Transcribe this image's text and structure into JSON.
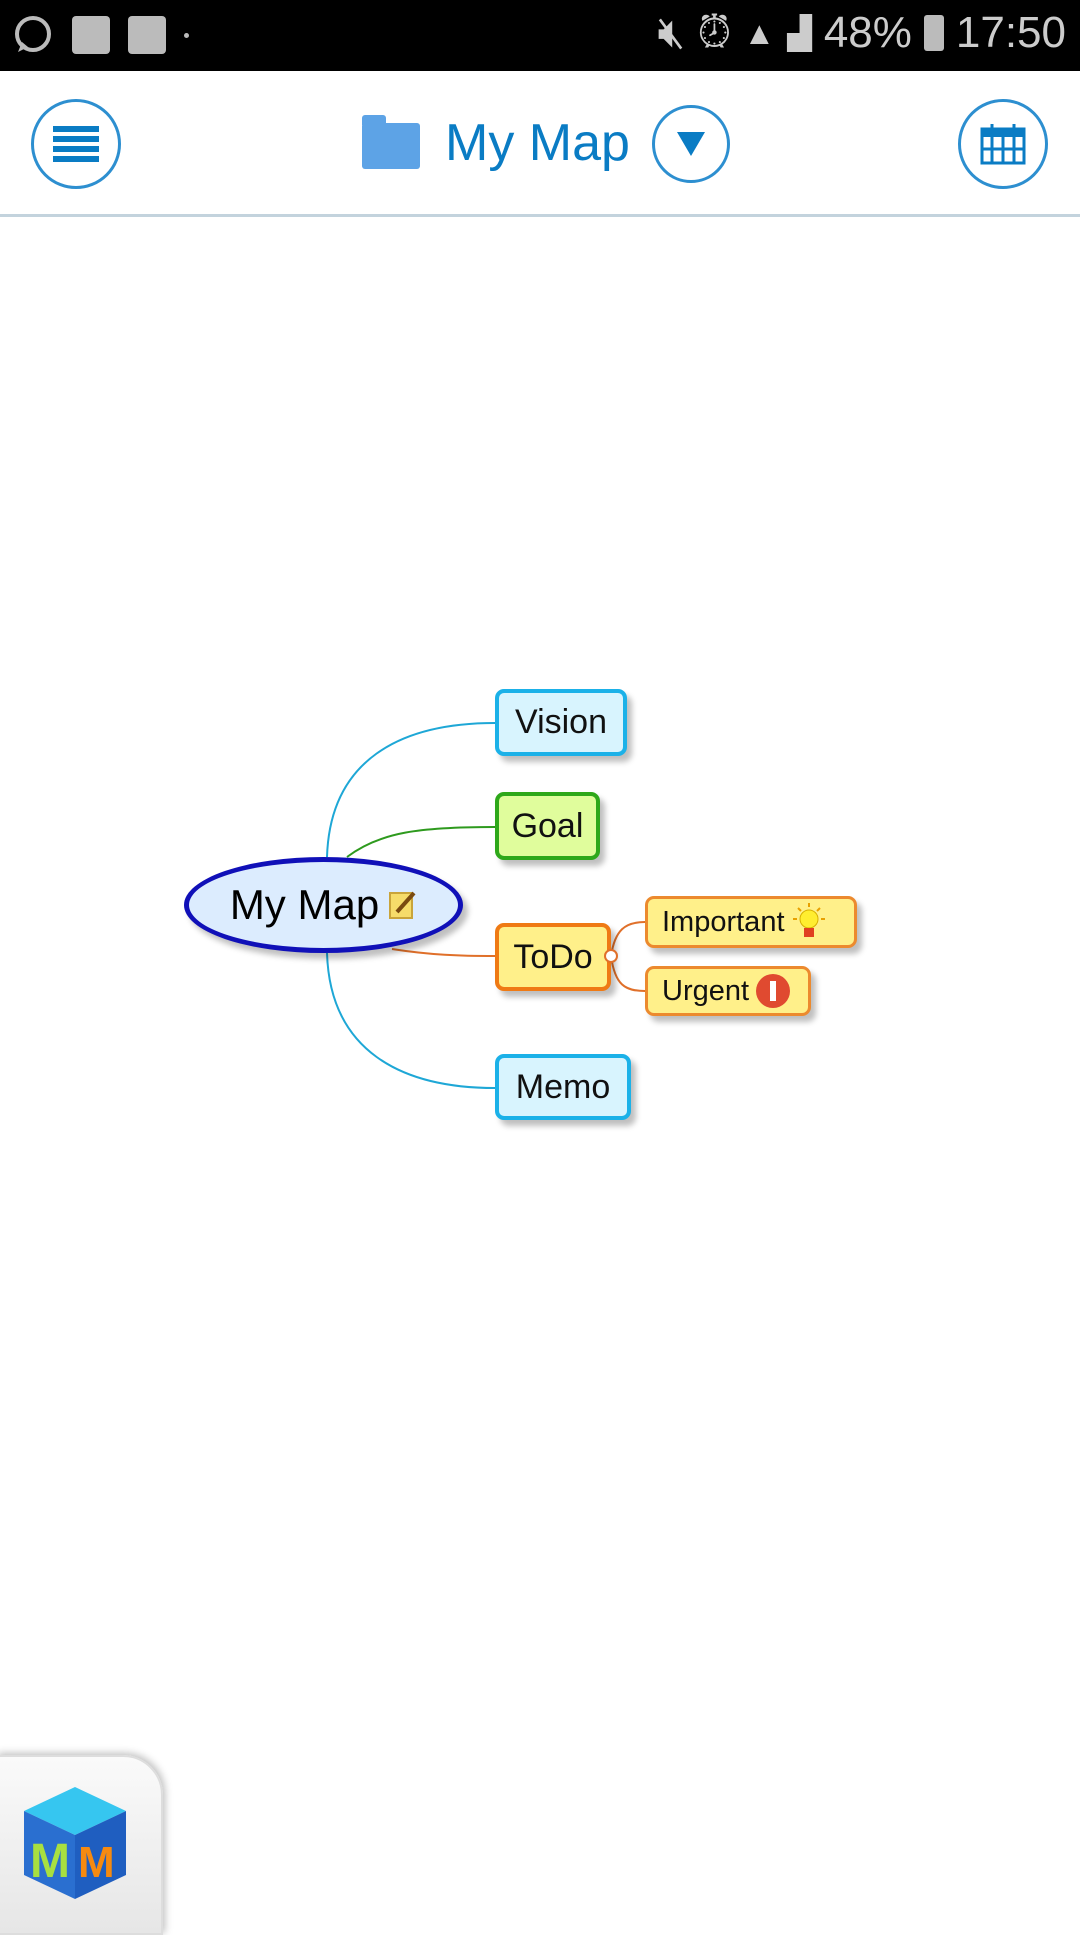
{
  "status_bar": {
    "battery": "48%",
    "time": "17:50"
  },
  "header": {
    "title": "My Map"
  },
  "map": {
    "root": "My Map",
    "nodes": {
      "vision": "Vision",
      "goal": "Goal",
      "todo": "ToDo",
      "memo": "Memo"
    },
    "subnodes": {
      "important": "Important",
      "urgent": "Urgent"
    }
  },
  "colors": {
    "accent": "#0a7cc4",
    "blue_border": "#1bb1e8",
    "green_border": "#2ea81a",
    "orange_border": "#ef7a14",
    "root_border": "#1010b8"
  }
}
